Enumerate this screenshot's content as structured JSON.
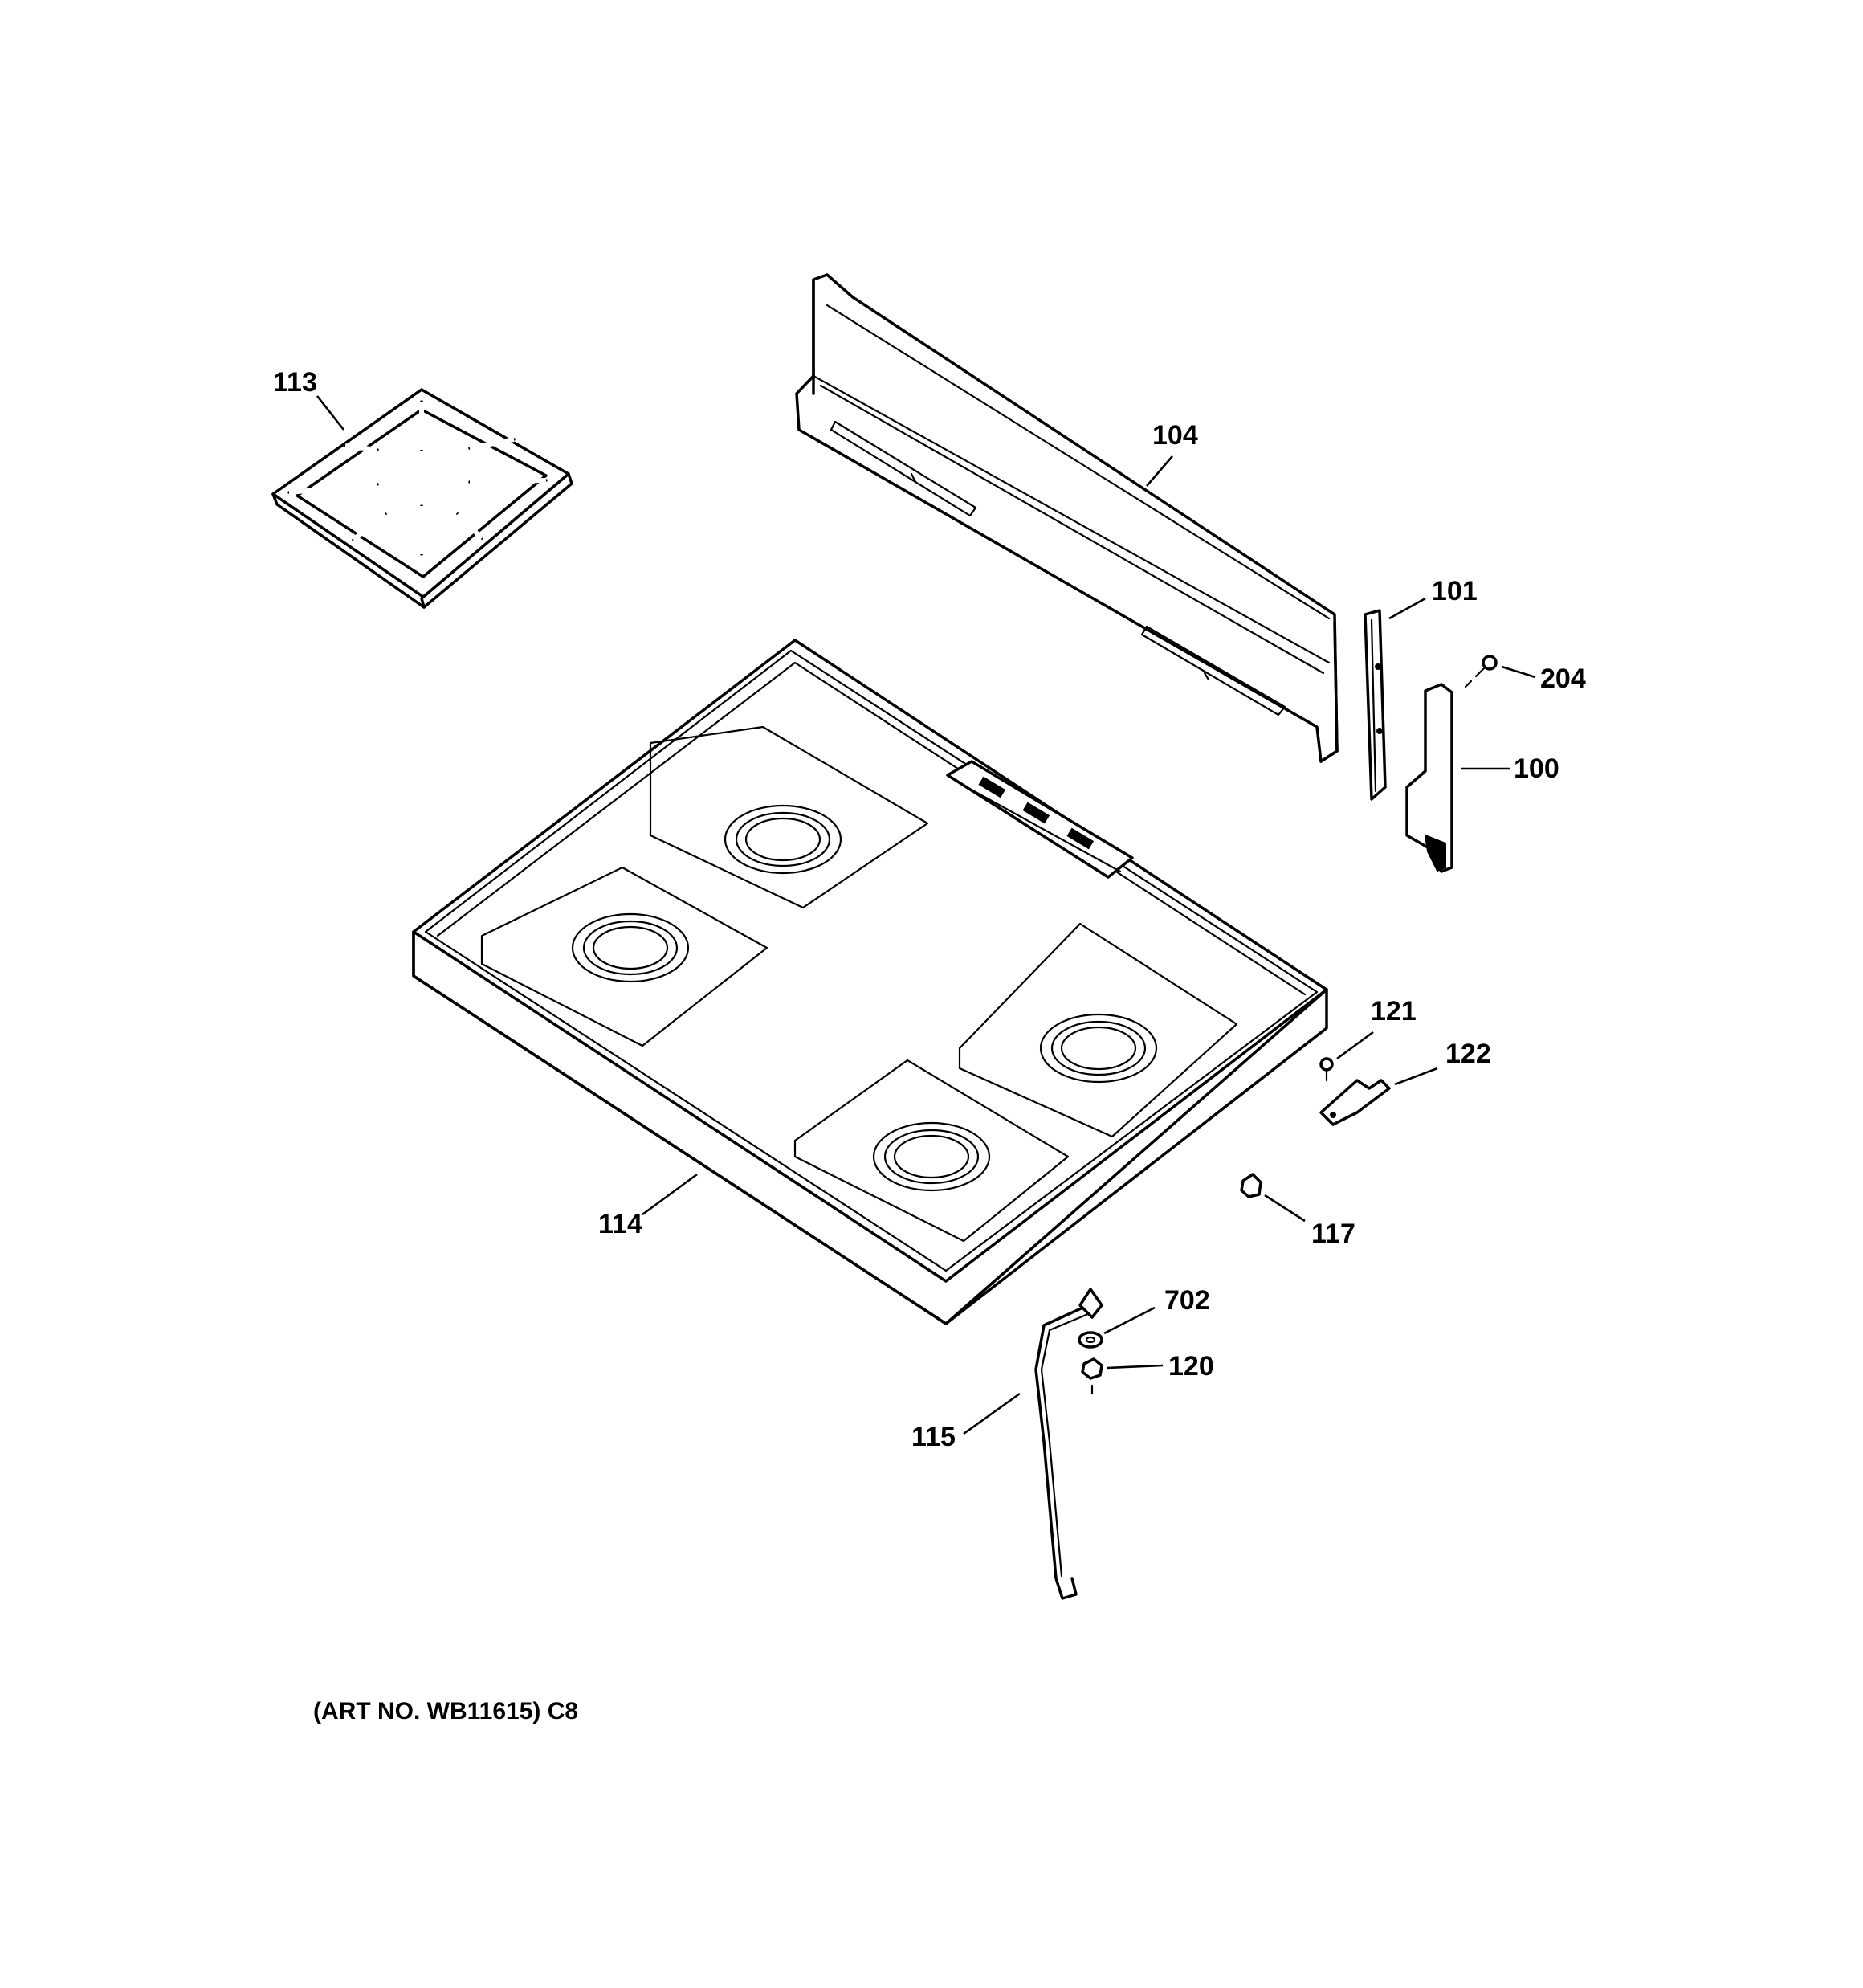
{
  "parts": {
    "p113": "113",
    "p104": "104",
    "p101": "101",
    "p204": "204",
    "p100": "100",
    "p121": "121",
    "p122": "122",
    "p114": "114",
    "p117": "117",
    "p702": "702",
    "p120": "120",
    "p115": "115"
  },
  "caption": "(ART NO. WB11615) C8"
}
